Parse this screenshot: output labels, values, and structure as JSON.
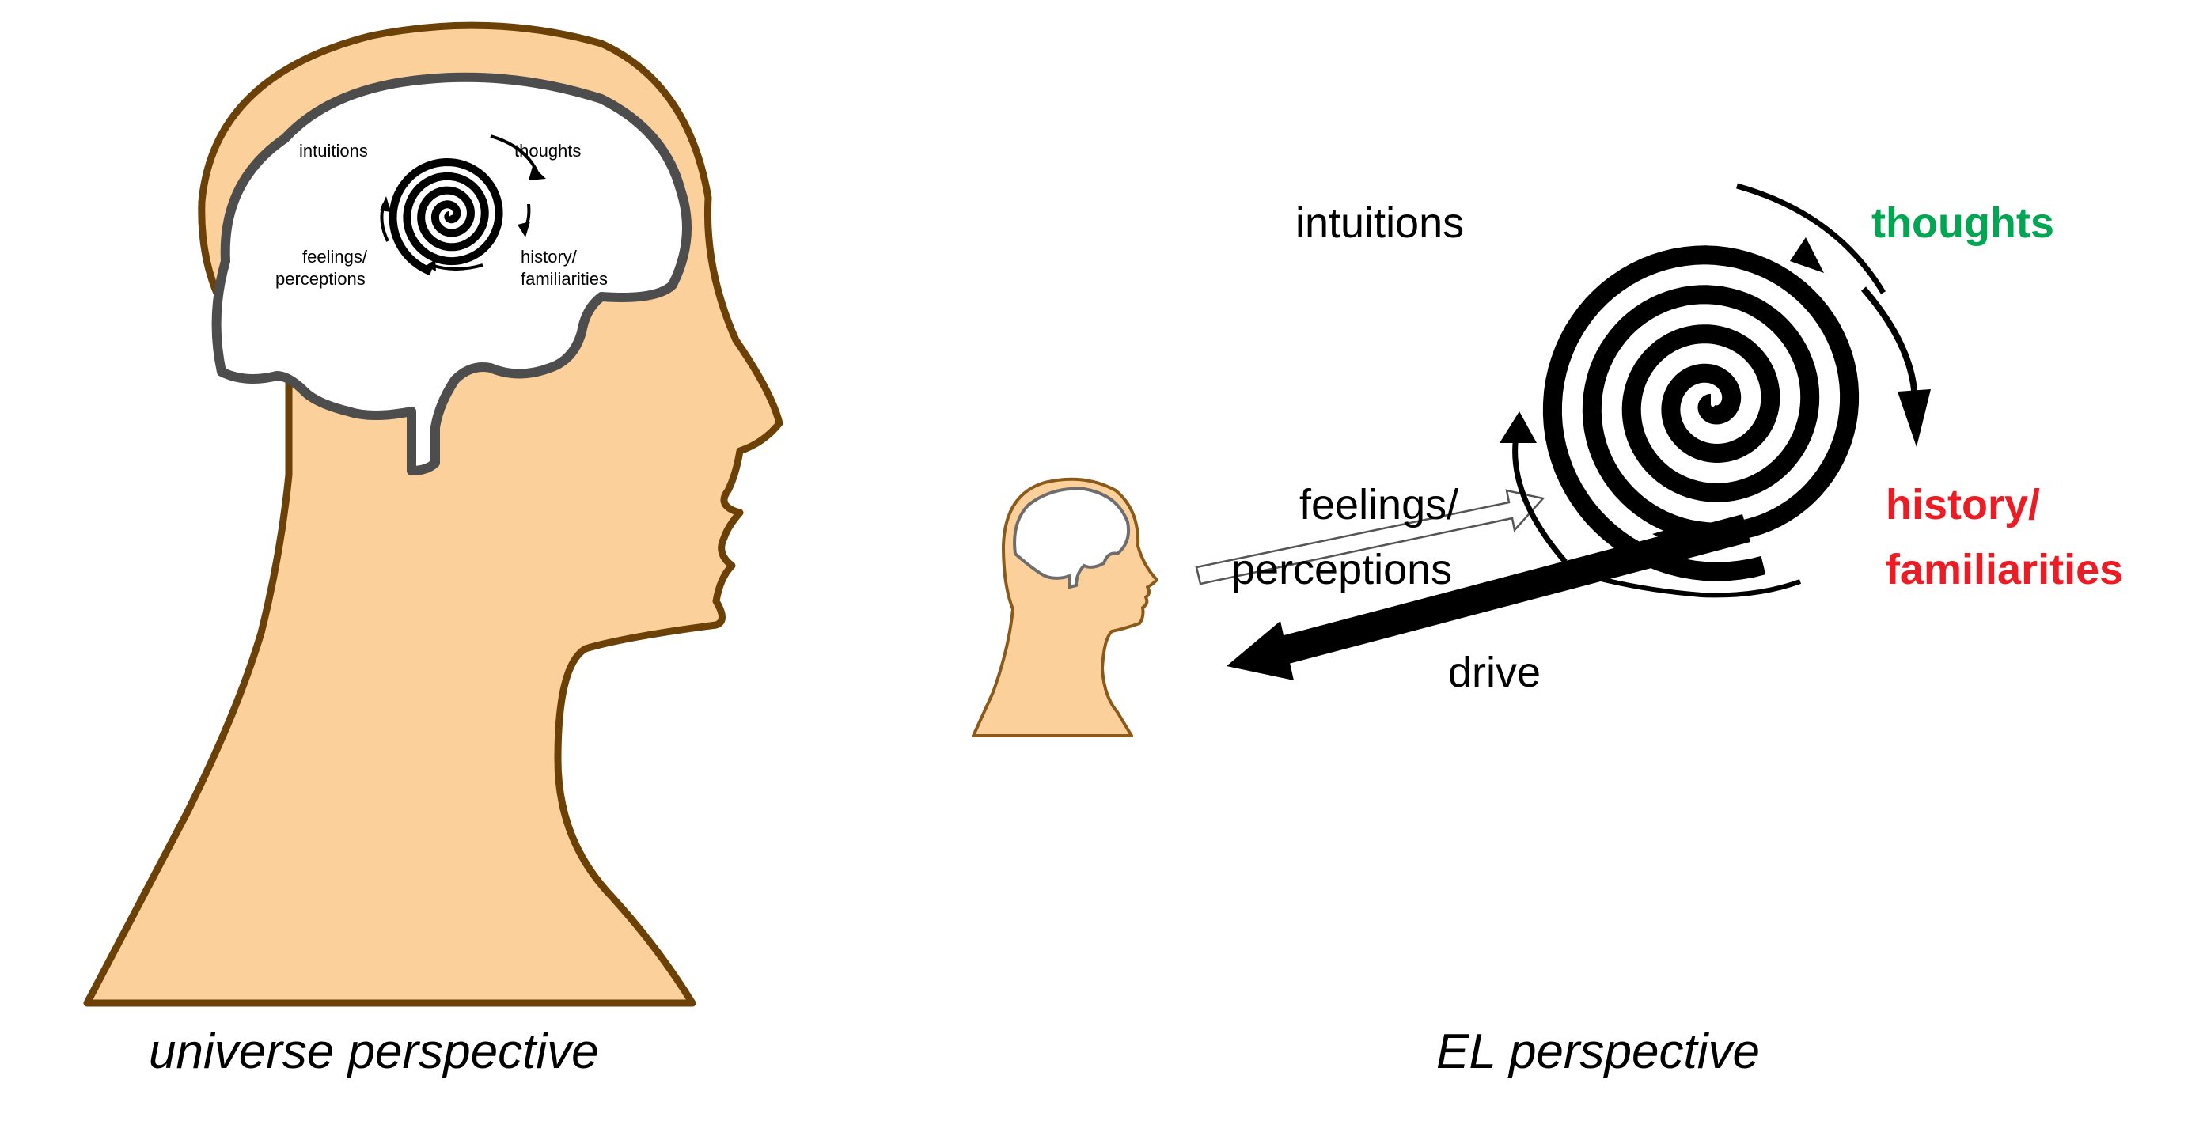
{
  "left_panel": {
    "caption": "universe perspective",
    "labels": {
      "intuitions": "intuitions",
      "thoughts": "thoughts",
      "feelings": "feelings/",
      "perceptions": "perceptions",
      "history": "history/",
      "familiarities": "familiarities"
    }
  },
  "right_panel": {
    "caption": "EL perspective",
    "labels": {
      "intuitions": "intuitions",
      "thoughts": "thoughts",
      "feelings": "feelings/",
      "perceptions": "perceptions",
      "history": "history/",
      "familiarities": "familiarities",
      "drive": "drive"
    }
  },
  "colors": {
    "skin": "#fcd09a",
    "head_outline": "#6b4108",
    "brain_outline": "#4d4d4d",
    "brain_fill": "#ffffff",
    "thoughts": "#00a651",
    "history": "#ed1c24",
    "ink": "#000000"
  },
  "icons": [
    "head-silhouette",
    "brain-icon",
    "spiral-icon",
    "cycle-arrow-icon",
    "hollow-arrow-icon",
    "solid-arrow-icon"
  ]
}
